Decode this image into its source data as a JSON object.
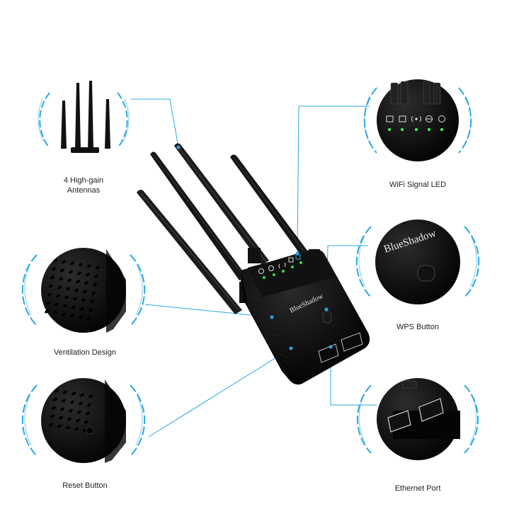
{
  "brand": {
    "name": "BlueShadow"
  },
  "features": {
    "antennas": {
      "label_line1": "4 High-gain",
      "label_line2": "Antennas"
    },
    "wifi_led": {
      "label": "WiFi Signal LED"
    },
    "ventilation": {
      "label": "Ventilation Design"
    },
    "wps": {
      "label": "WPS Button"
    },
    "reset": {
      "label": "Reset Button"
    },
    "ethernet": {
      "label": "Ethernet Port"
    }
  },
  "colors": {
    "accent": "#29a8e0",
    "led": "#3cff5a",
    "body": "#0b0b0b"
  }
}
